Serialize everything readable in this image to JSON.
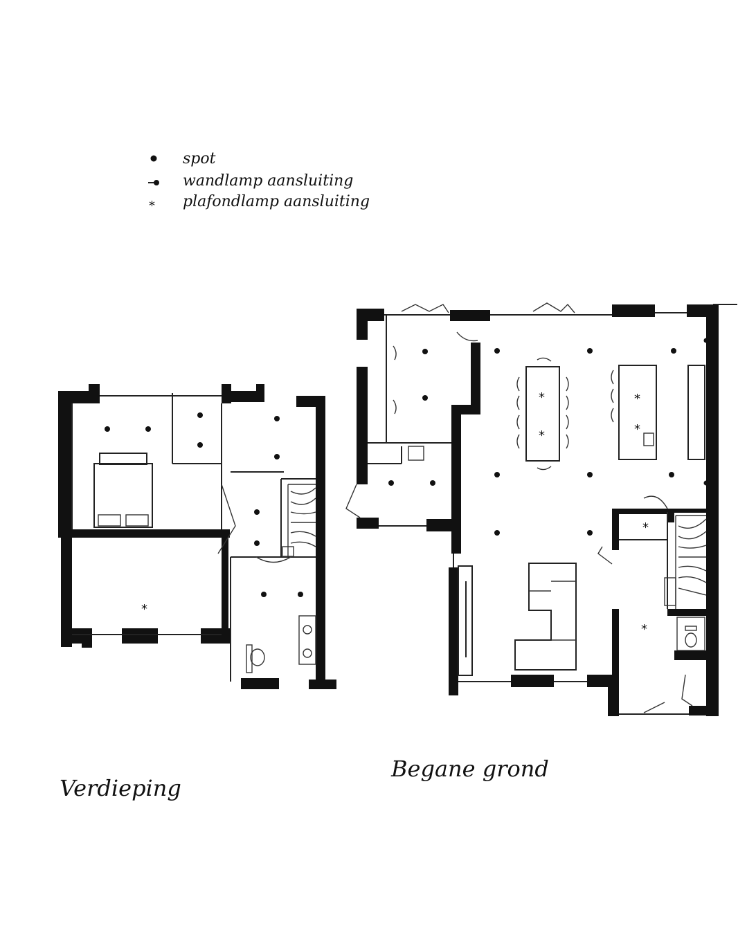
{
  "legend": {
    "items": [
      {
        "symbol": "spot-icon",
        "label": "spot"
      },
      {
        "symbol": "wall-lamp-icon",
        "label": "wandlamp aansluiting"
      },
      {
        "symbol": "ceiling-lamp-icon",
        "label": "plafondlamp aansluiting"
      }
    ]
  },
  "floors": {
    "upper": {
      "label": "Verdieping"
    },
    "ground": {
      "label": "Begane grond"
    }
  },
  "colors": {
    "ink": "#111111",
    "paper": "#ffffff"
  }
}
